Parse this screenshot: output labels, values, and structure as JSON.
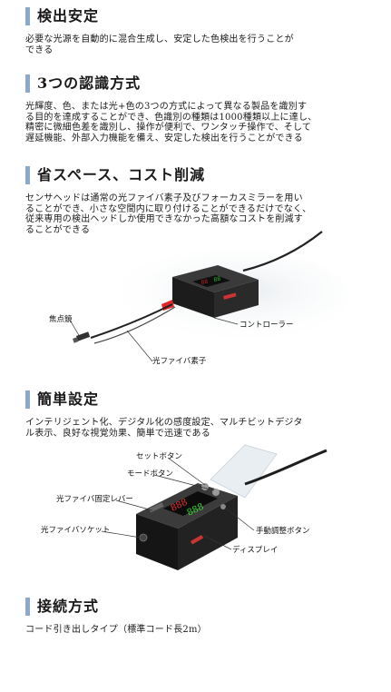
{
  "sections": [
    {
      "title": "検出安定",
      "lines": [
        "必要な光源を自動的に混合生成し、安定した色検出を行うことが",
        "できる"
      ]
    },
    {
      "title": "3つの認識方式",
      "lines": [
        "光輝度、色、または光+色の3つの方式によって異なる製品を識別す",
        "る目的を達成することができ、色識別の種類は1000種類以上に達し、",
        "精密に微細色差を識別し、操作が便利で、ワンタッチ操作で、そして",
        "遅延機能、外部入力機能を備え、安定した検出を行うことができる"
      ]
    },
    {
      "title": "省スペース、コスト削減",
      "lines": [
        "センサヘッドは通常の光ファイバ素子及びフォーカスミラーを用い",
        "ることができ、小さな空間内に取り付けることができるだけでなく、",
        "従来専用の検出ヘッドしか使用できなかった高額なコストを削減す",
        "ることができる"
      ]
    },
    {
      "title": "簡単設定",
      "lines": [
        "インテリジェント化、デジタル化の感度設定、マルチビットデジタ",
        "ル表示、良好な視覚効果、簡単で迅速である"
      ]
    },
    {
      "title": "接続方式",
      "lines": [
        "コード引き出しタイプ（標準コード長2m）"
      ]
    }
  ],
  "figure1": {
    "labels": {
      "focus_lens": "焦点鏡",
      "controller": "コントローラー",
      "fiber_element": "光ファイバ素子"
    }
  },
  "figure2": {
    "labels": {
      "set_button": "セットボタン",
      "mode_button": "モードボタン",
      "fiber_lever": "光ファイバ固定レバー",
      "fiber_socket": "光ファイバソケット",
      "manual_button": "手動調整ボタン",
      "display": "ディスプレイ"
    },
    "display_values": [
      "888",
      "888"
    ]
  }
}
